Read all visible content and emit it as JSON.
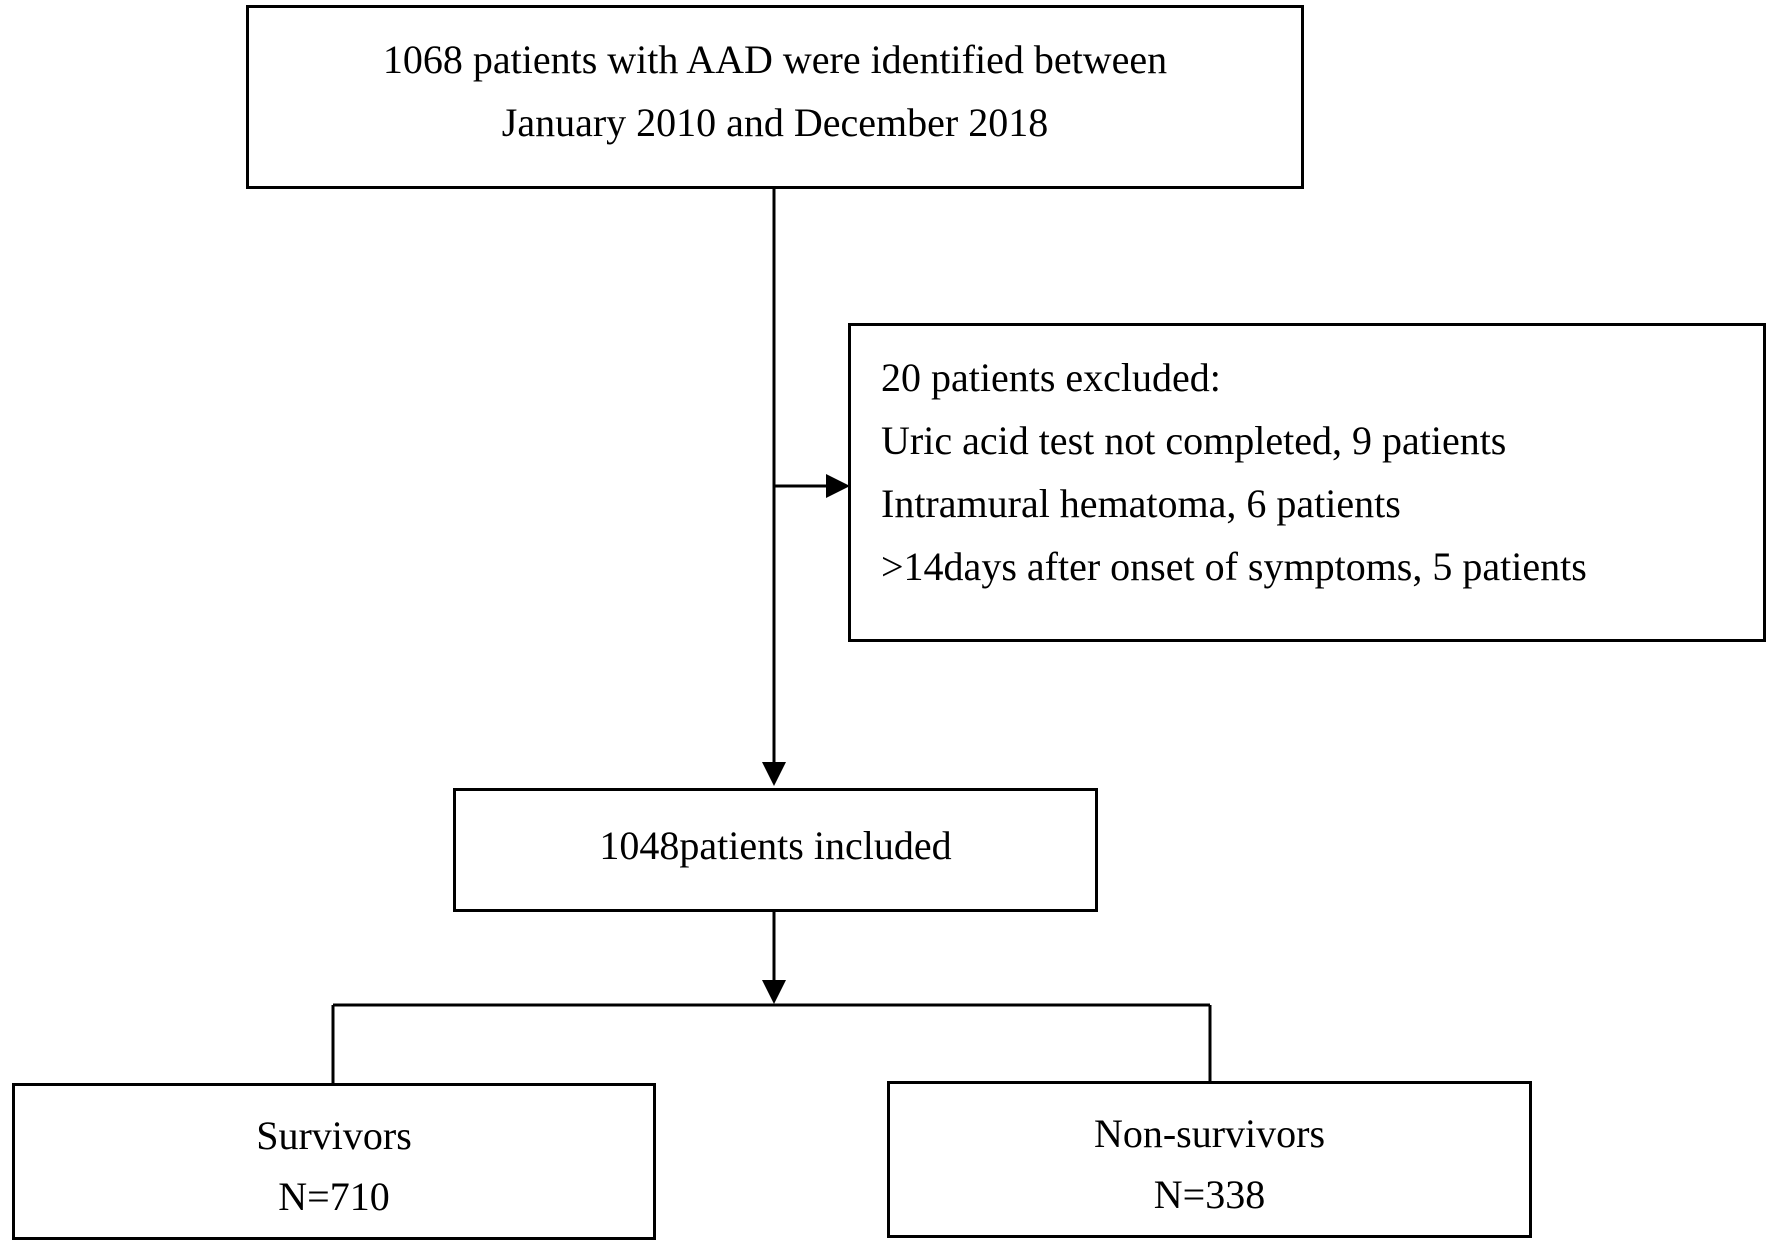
{
  "colors": {
    "line": "#000000",
    "box_border": "#000000",
    "background": "#ffffff"
  },
  "boxes": {
    "identified": {
      "lines": [
        "1068 patients with AAD were identified between",
        "January 2010 and December 2018"
      ]
    },
    "excluded": {
      "heading": "20 patients excluded:",
      "reasons": [
        "Uric acid test not completed, 9 patients",
        "Intramural hematoma, 6 patients",
        ">14days after onset of symptoms, 5 patients"
      ]
    },
    "included": {
      "label": "1048patients included"
    },
    "survivors": {
      "label": "Survivors",
      "count": "N=710"
    },
    "non_survivors": {
      "label": "Non-survivors",
      "count": "N=338"
    }
  }
}
